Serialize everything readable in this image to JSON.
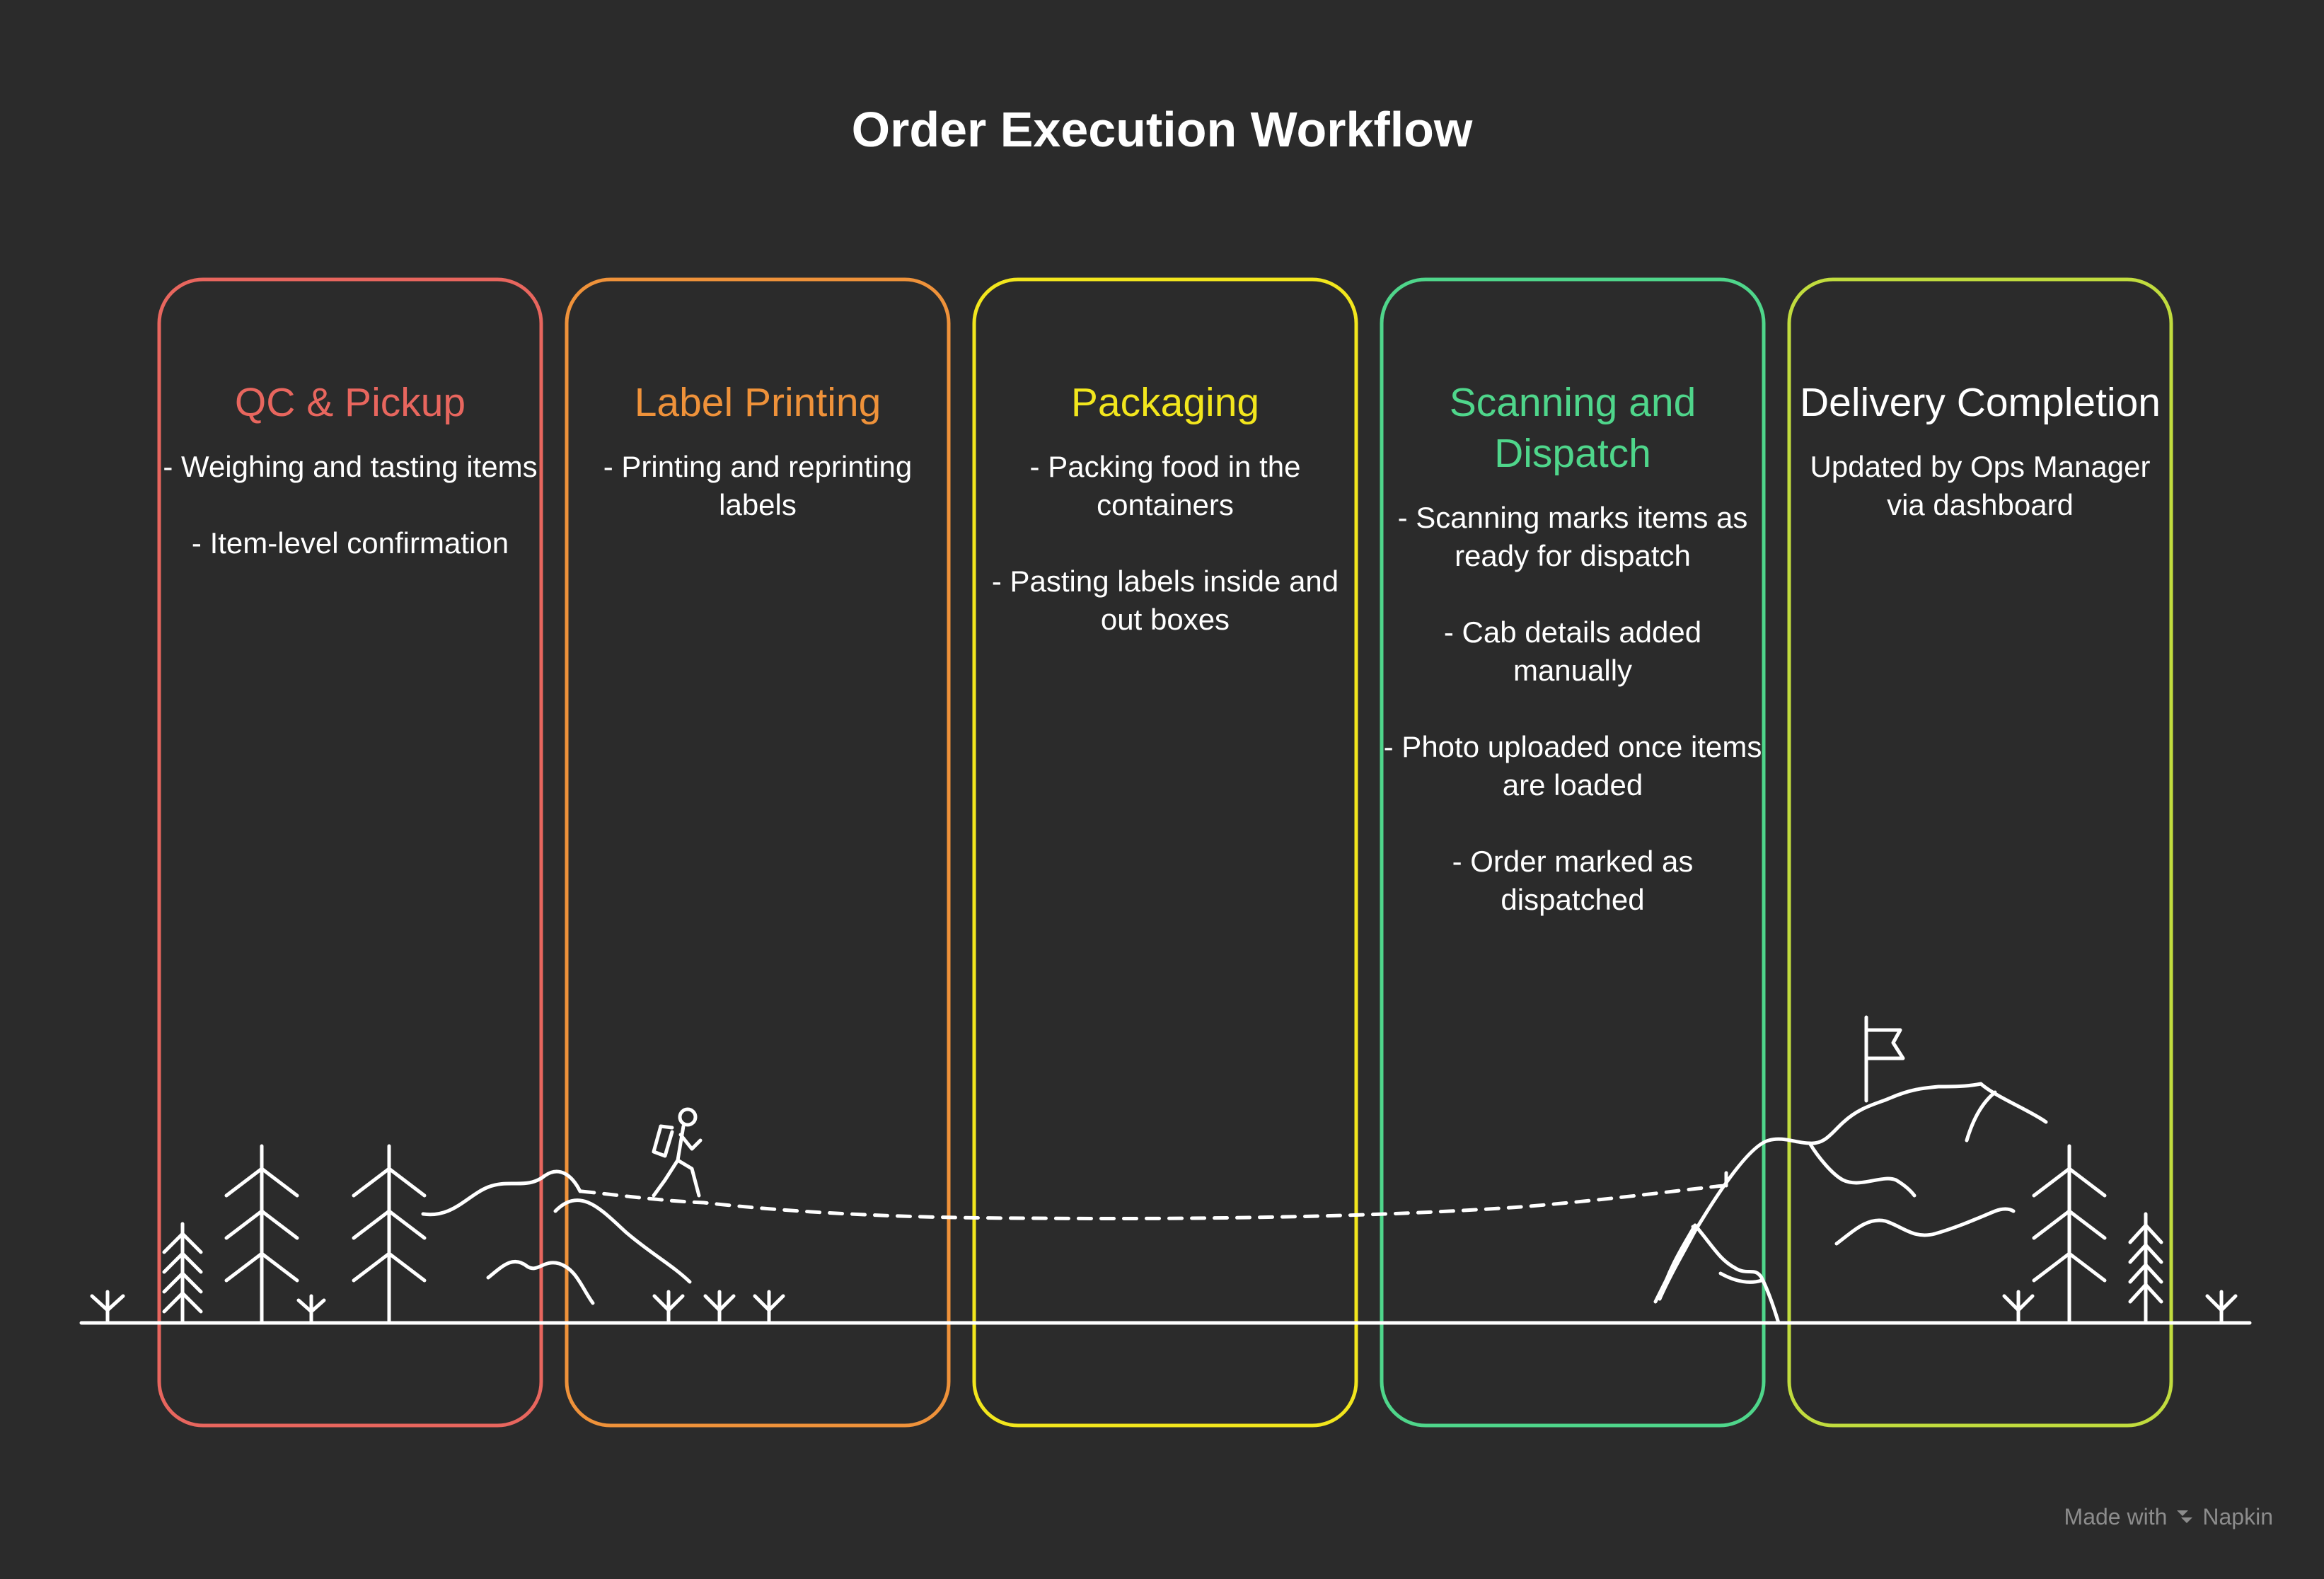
{
  "title": "Order Execution Workflow",
  "stages": [
    {
      "title": "QC & Pickup",
      "color": "#e8665e",
      "items": [
        "- Weighing and tasting items",
        "- Item-level confirmation"
      ]
    },
    {
      "title": "Label Printing",
      "color": "#ef923a",
      "items": [
        "- Printing and reprinting labels"
      ]
    },
    {
      "title": "Packaging",
      "color": "#f2e61d",
      "items": [
        "- Packing food in the containers",
        "- Pasting labels inside and out boxes"
      ]
    },
    {
      "title": "Scanning and Dispatch",
      "color": "#4fd68b",
      "items": [
        "- Scanning marks items as ready for dispatch",
        "- Cab details added manually",
        "- Photo uploaded once items are loaded",
        "- Order marked as dispatched"
      ]
    },
    {
      "title": "Delivery Completion",
      "color": "#c1dc3e",
      "title_color": "#ffffff",
      "items": [
        "Updated by Ops Manager via dashboard"
      ]
    }
  ],
  "watermark": {
    "made_with": "Made with",
    "brand": "Napkin"
  },
  "icons": {
    "hiker": "hiker-icon",
    "flag": "flag-icon",
    "tree": "tree-icon",
    "mountain": "mountain-icon"
  }
}
